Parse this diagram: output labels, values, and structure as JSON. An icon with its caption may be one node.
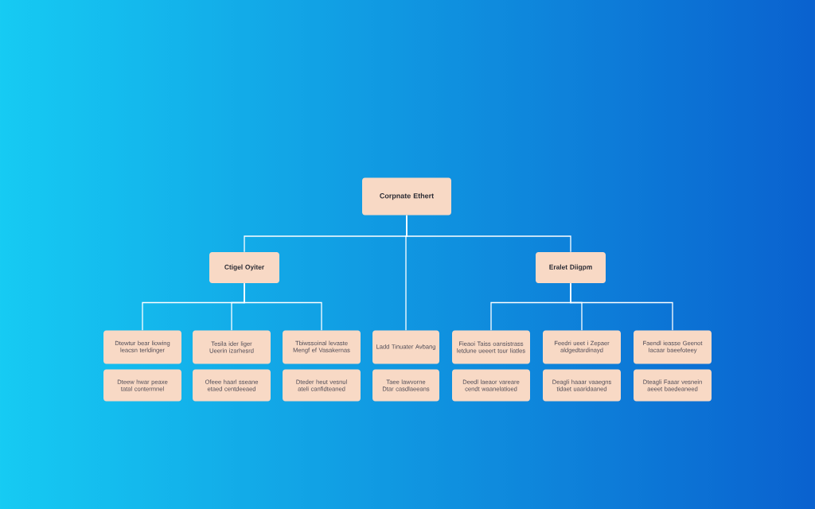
{
  "diagram": {
    "nodes": [
      {
        "text": [
          "Corpnate Ethert"
        ]
      },
      {
        "text": [
          "Ctigel Oyiter"
        ]
      },
      {
        "text": [
          "Eralet Diigpm"
        ]
      },
      {
        "text": [
          "Dtewtur bear liowing leacsn terldinger"
        ]
      },
      {
        "text": [
          "Tesila ider liger Ueerin izarhesrd"
        ]
      },
      {
        "text": [
          "Tbiwssoinal levaste Mengf ef Vasakernas"
        ]
      },
      {
        "text": [
          "Ladd Tinuater Avbang"
        ]
      },
      {
        "text": [
          "Fieaoi Taiss oansistrass letdune ueeert tour liatles"
        ]
      },
      {
        "text": [
          "Feedri ueet i Zepaer aldgedtardinayd"
        ]
      },
      {
        "text": [
          "Faendl ieasse Geenot Iacaar baeefoteey"
        ]
      },
      {
        "text": [
          "Dteew hwar peaxe tatal contermnel"
        ]
      },
      {
        "text": [
          "Ofeee haarl sseane etaed centdeeaed"
        ]
      },
      {
        "text": [
          "Dteder heut vesnul ateli canfidteaned"
        ]
      },
      {
        "text": [
          "Taee lawvorne Dtar casdlaeeans"
        ]
      },
      {
        "text": [
          "Deedl laeaor vareare cendt waanelatioed"
        ]
      },
      {
        "text": [
          "Deagli haaar vaaegns tidaet uaaridaaned"
        ]
      },
      {
        "text": [
          "Dteagli Faaar vesnein aeeet baedeaneed"
        ]
      }
    ],
    "edges": [
      {
        "from": 0,
        "to": 1,
        "arrow": "none"
      },
      {
        "from": 0,
        "to": 6,
        "arrow": "none"
      },
      {
        "from": 0,
        "to": 2,
        "arrow": "none"
      },
      {
        "from": 1,
        "to": 3,
        "arrow": "none"
      },
      {
        "from": 1,
        "to": 4,
        "arrow": "none"
      },
      {
        "from": 1,
        "to": 5,
        "arrow": "none"
      },
      {
        "from": 2,
        "to": 7,
        "arrow": "none"
      },
      {
        "from": 2,
        "to": 8,
        "arrow": "none"
      },
      {
        "from": 2,
        "to": 9,
        "arrow": "none"
      }
    ]
  }
}
